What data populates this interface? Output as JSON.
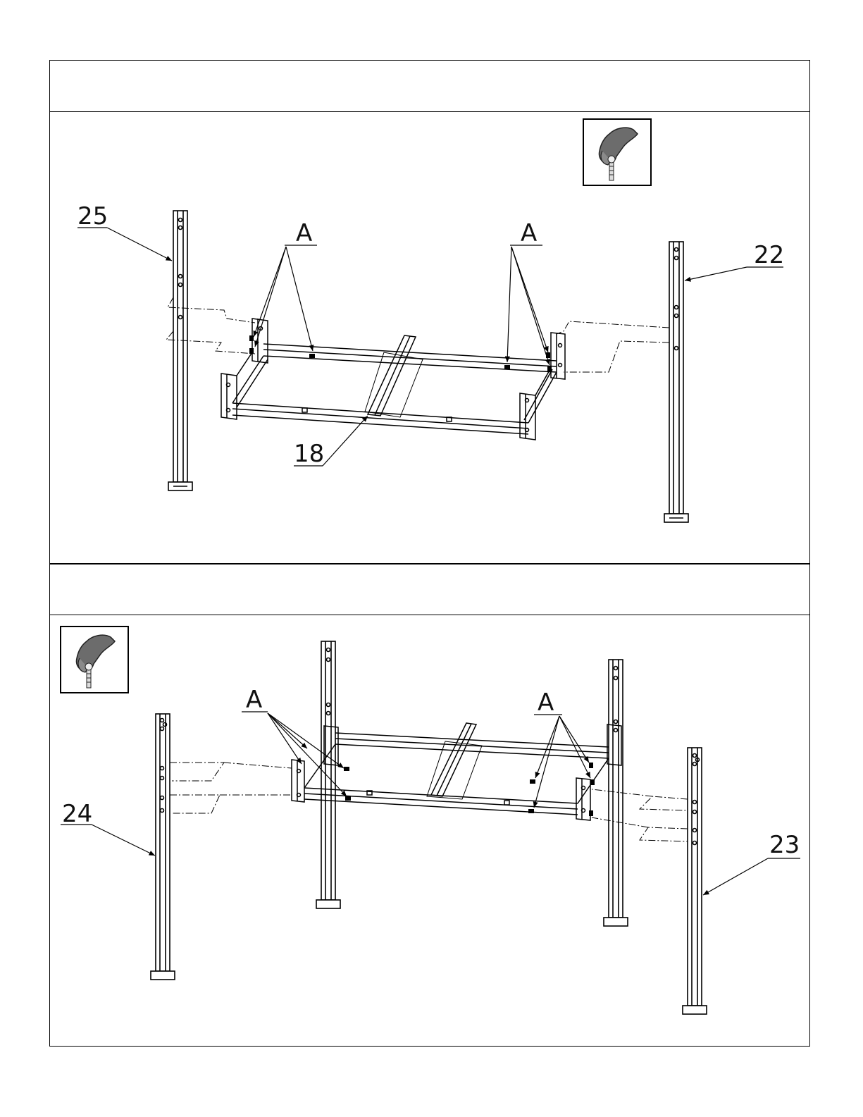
{
  "step1": {
    "tool_icon": "hand-wrench-icon",
    "labels": {
      "left_post": "25",
      "right_post": "22",
      "frame": "18",
      "hardware_left": "A",
      "hardware_right": "A"
    }
  },
  "step2": {
    "tool_icon": "hand-wrench-icon",
    "labels": {
      "left_post": "24",
      "right_post": "23",
      "hardware_left": "A",
      "hardware_right": "A"
    }
  }
}
